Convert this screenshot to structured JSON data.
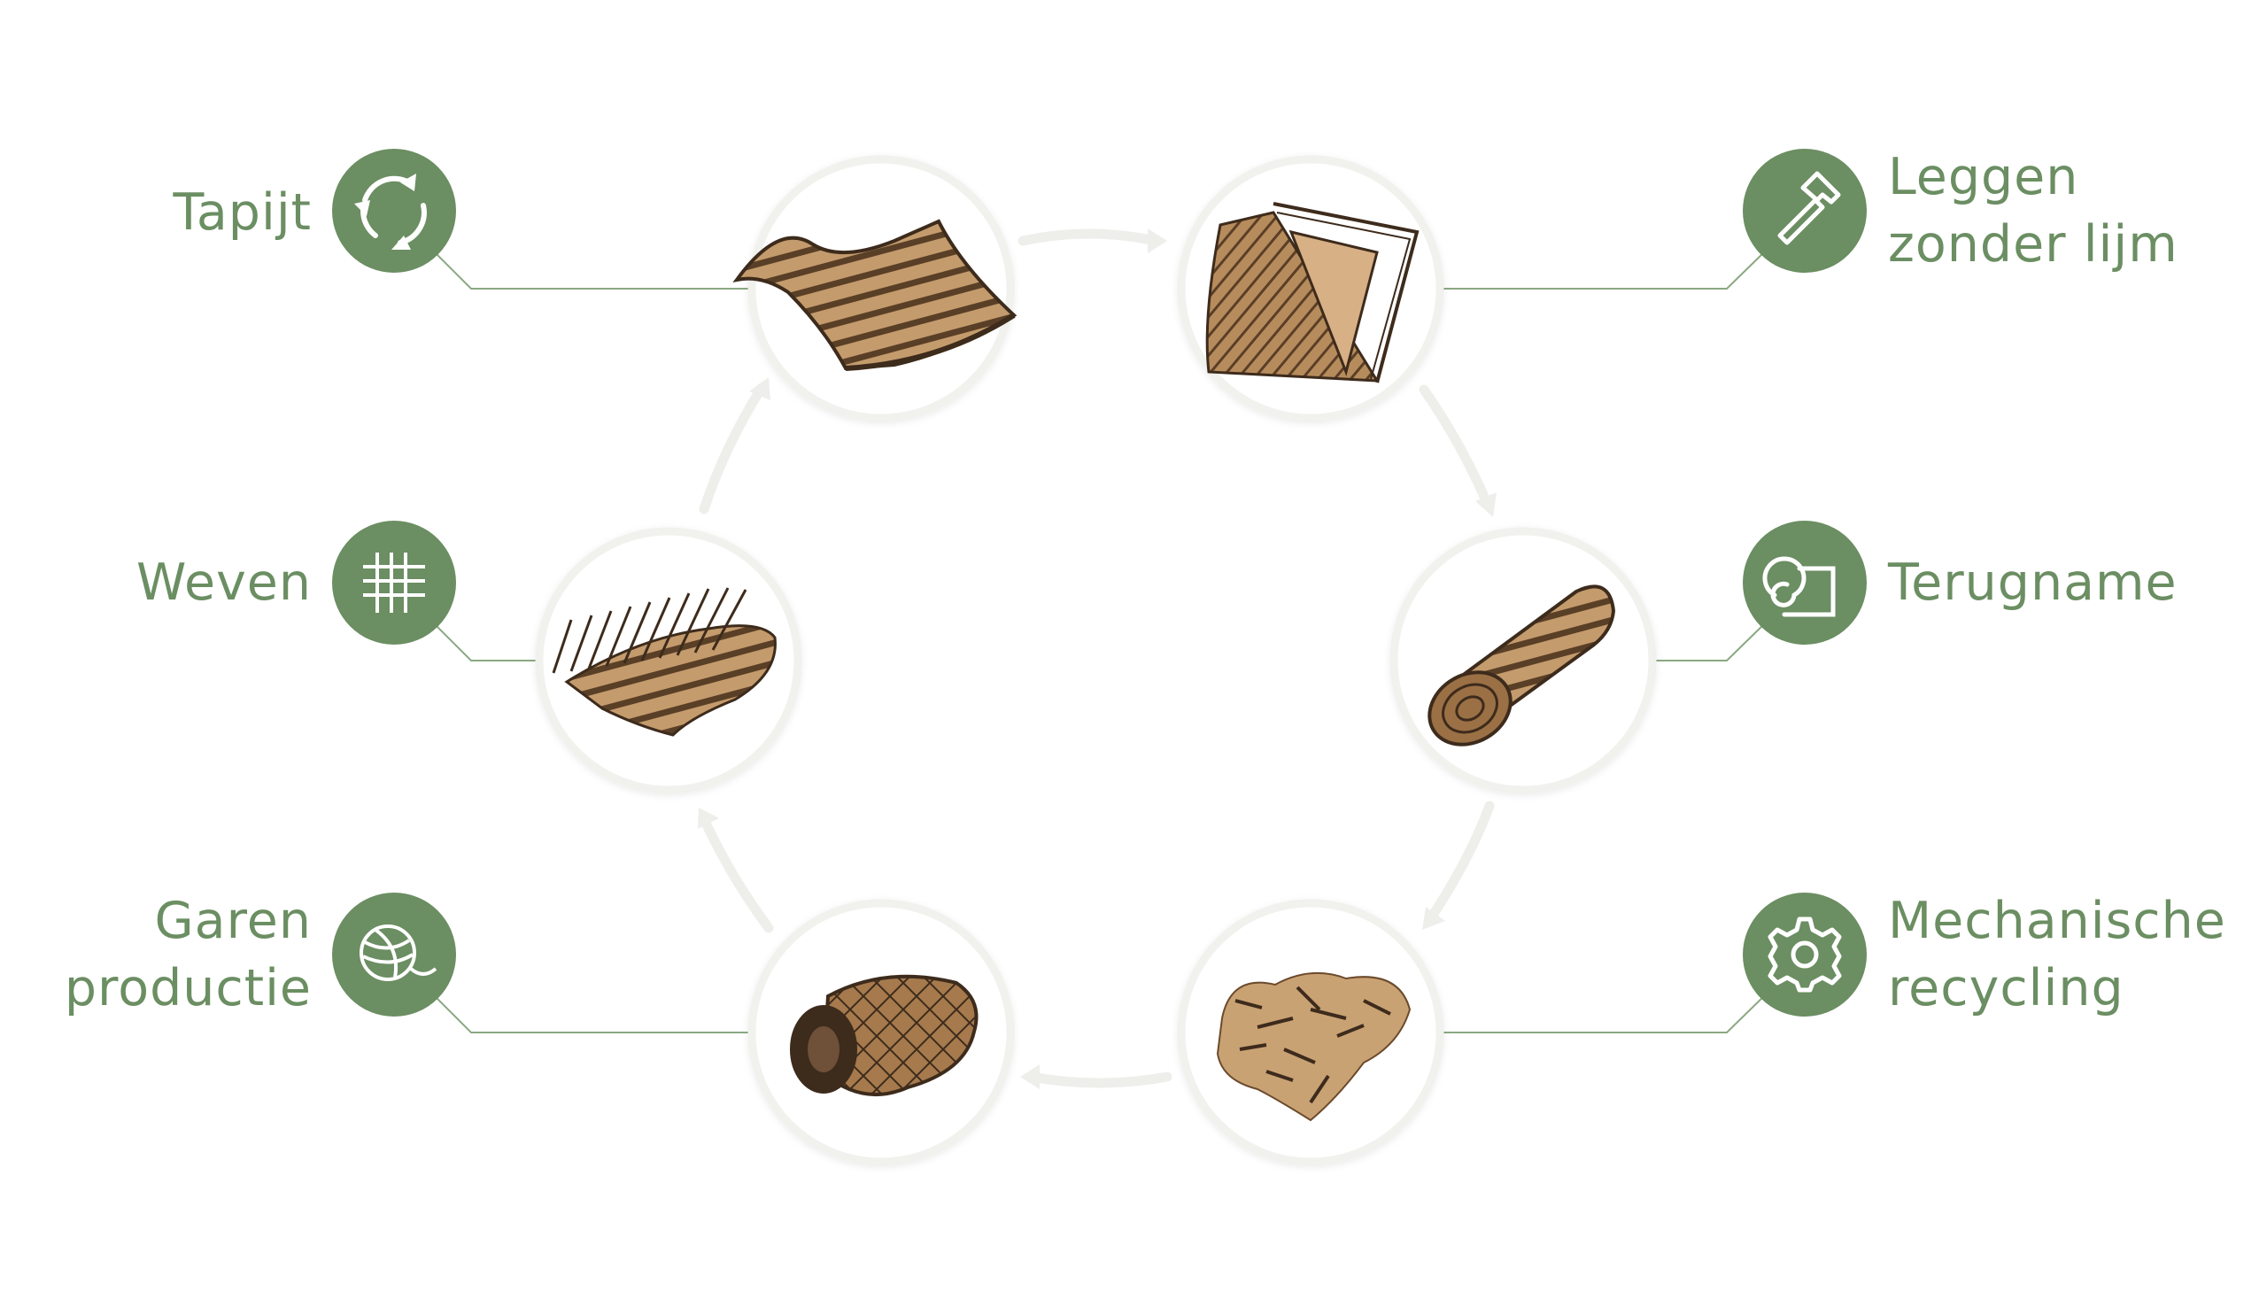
{
  "colors": {
    "accent": "#6b8e62",
    "connector": "#8aa882",
    "ring": "#f1f1ee",
    "arrow": "#eeeeeb",
    "material_light": "#c8a070",
    "material_mid": "#9b7045",
    "material_dark": "#3d2b1c"
  },
  "steps": [
    {
      "key": "tapijt",
      "icon": "recycle-arrows-icon",
      "lines": [
        "Tapijt"
      ]
    },
    {
      "key": "leggen",
      "icon": "hammer-icon",
      "lines": [
        "Leggen",
        "zonder lijm"
      ]
    },
    {
      "key": "terugname",
      "icon": "carpet-roll-icon",
      "lines": [
        "Terugname"
      ]
    },
    {
      "key": "recycling",
      "icon": "gear-icon",
      "lines": [
        "Mechanische",
        "recycling"
      ]
    },
    {
      "key": "garen",
      "icon": "yarn-ball-icon",
      "lines": [
        "Garen",
        "productie"
      ]
    },
    {
      "key": "weven",
      "icon": "weave-grid-icon",
      "lines": [
        "Weven"
      ]
    }
  ],
  "illustrations": [
    "carpet-sheet-illustration",
    "carpet-laying-illustration",
    "rolled-carpet-illustration",
    "shredded-fibers-illustration",
    "yarn-spool-illustration",
    "loom-weaving-illustration"
  ]
}
